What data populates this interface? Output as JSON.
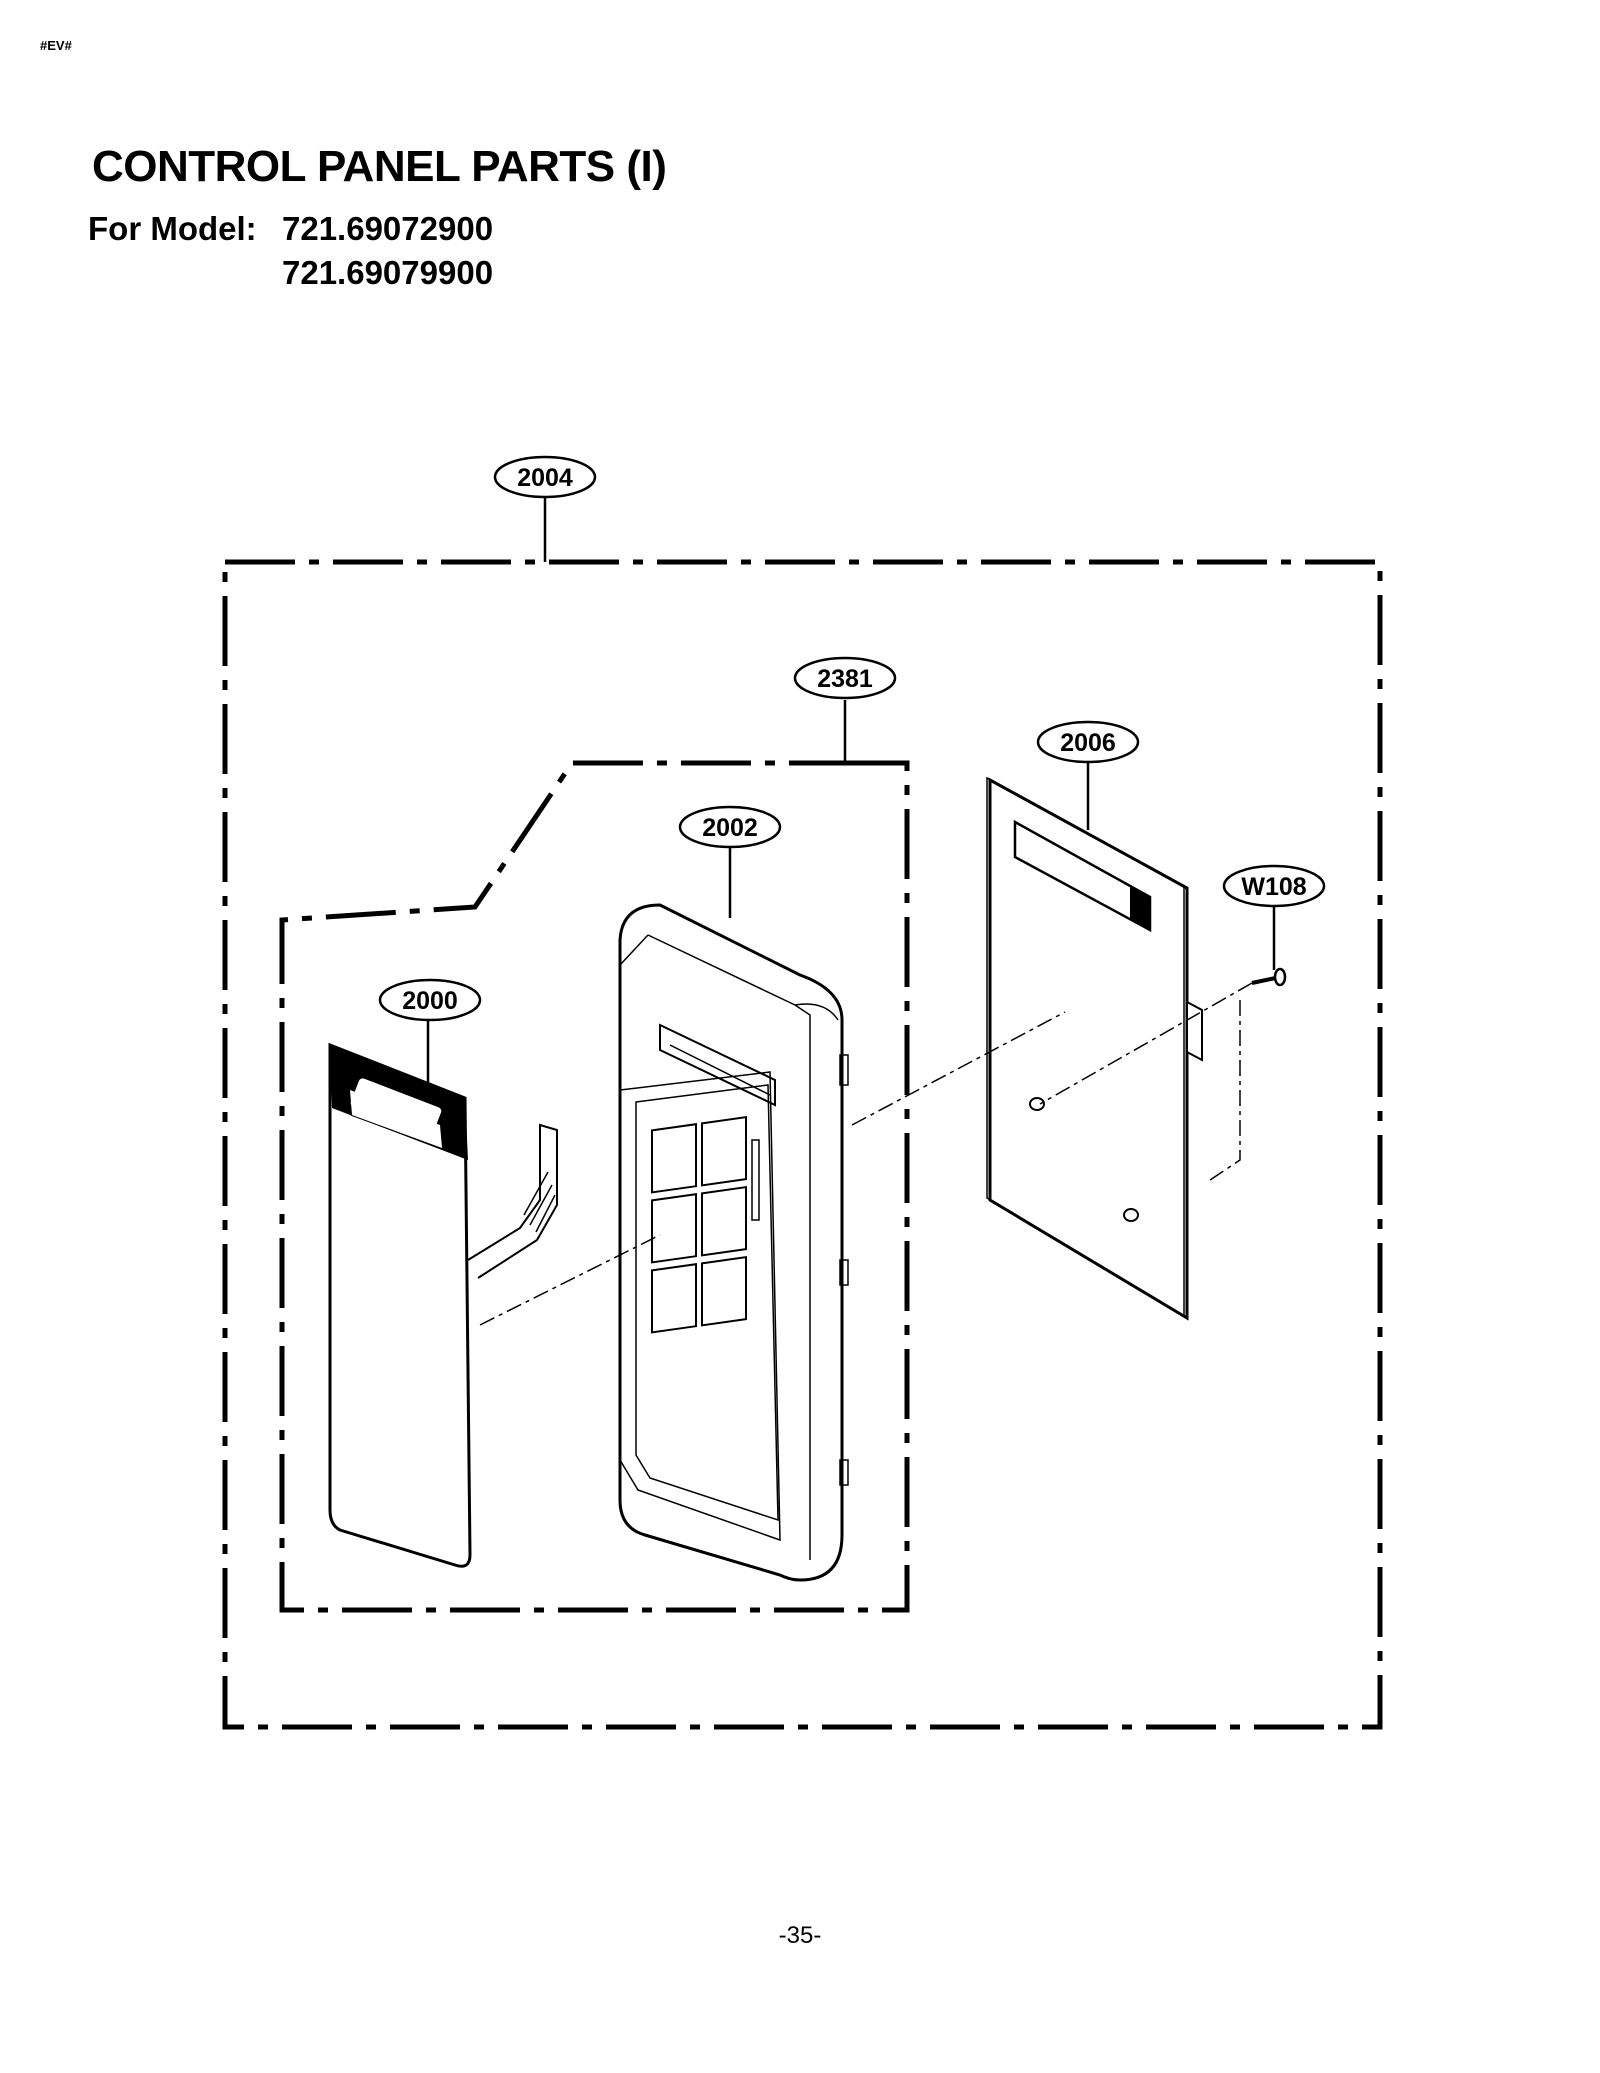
{
  "header": {
    "code": "#EV#"
  },
  "title": "CONTROL PANEL PARTS (I)",
  "model": {
    "label": "For Model:",
    "numbers": [
      "721.69072900",
      "721.69079900"
    ]
  },
  "callouts": {
    "c2004": "2004",
    "c2381": "2381",
    "c2006": "2006",
    "c2002": "2002",
    "cW108": "W108",
    "c2000": "2000"
  },
  "footer": {
    "page": "-35-"
  }
}
